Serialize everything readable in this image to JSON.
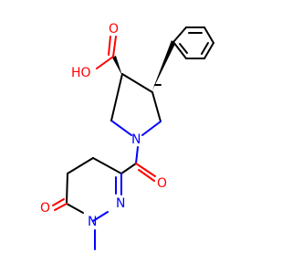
{
  "atoms": {
    "hydroxyl": "HO",
    "carboxyl_oxygen": "O",
    "ring_nitrogen": "N",
    "amide_oxygen": "O",
    "pyridazine_nitrogen_upper": "N",
    "pyridazine_nitrogen_lower": "N",
    "lactam_oxygen": "O"
  },
  "colors": {
    "bond": "#000000",
    "oxygen": "#ff0000",
    "nitrogen": "#0000ff",
    "background": "#ffffff"
  }
}
